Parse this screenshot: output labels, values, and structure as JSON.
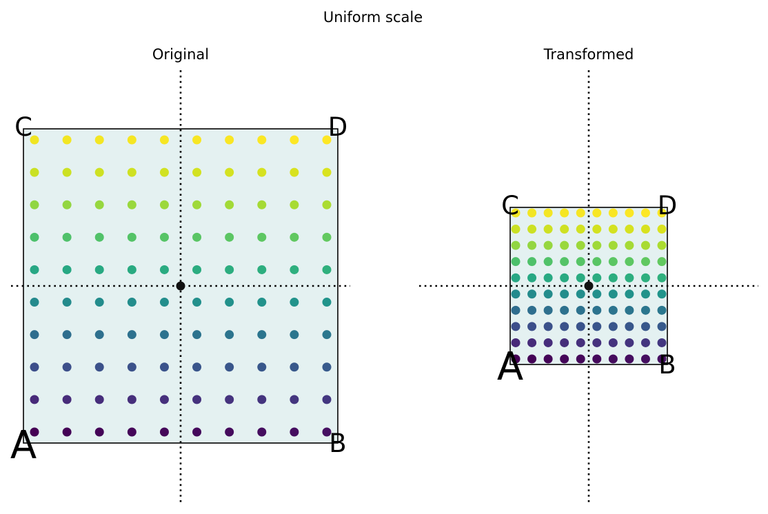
{
  "figure": {
    "title": "Uniform scale",
    "colors": {
      "background": "#ffffff",
      "square_fill": "#e4f1f1",
      "square_stroke": "#000000",
      "axis": "#000000",
      "origin": "#111111",
      "accent_label": "#ff0000",
      "label": "#000000"
    },
    "grid": {
      "rows": 10,
      "cols": 10,
      "colormap": "viridis"
    },
    "panels": [
      {
        "id": "original",
        "title": "Original",
        "scale": 1.0,
        "corners": {
          "A": "A",
          "B": "B",
          "C": "C",
          "D": "D"
        },
        "accent_corner": "A"
      },
      {
        "id": "transformed",
        "title": "Transformed",
        "scale": 0.5,
        "corners": {
          "A": "A",
          "B": "B",
          "C": "C",
          "D": "D"
        },
        "accent_corner": "A"
      }
    ]
  }
}
